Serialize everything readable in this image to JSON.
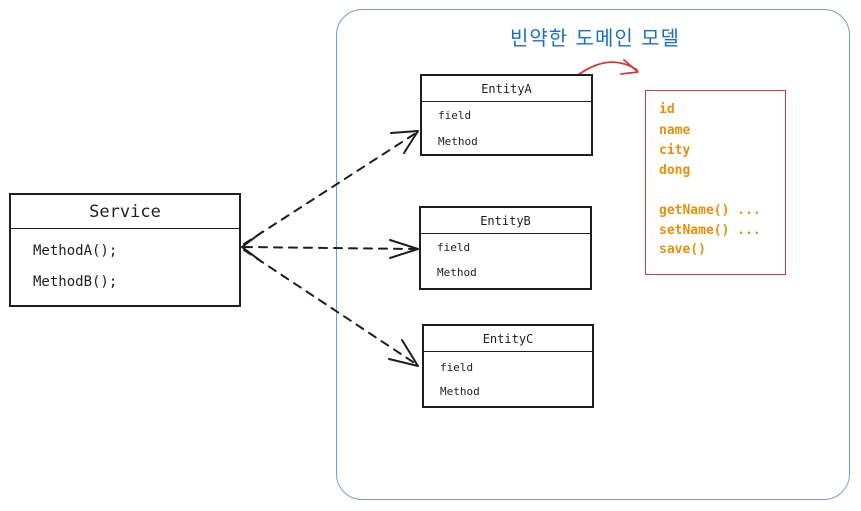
{
  "region": {
    "title": "빈약한 도메인 모델"
  },
  "service": {
    "title": "Service",
    "methods": [
      "MethodA();",
      "MethodB();"
    ]
  },
  "entities": [
    {
      "title": "EntityA",
      "field": "field",
      "method": "Method"
    },
    {
      "title": "EntityB",
      "field": "field",
      "method": "Method"
    },
    {
      "title": "EntityC",
      "field": "field",
      "method": "Method"
    }
  ],
  "detail": {
    "members": [
      "id",
      "name",
      "city",
      "dong"
    ],
    "methods": [
      "getName() ...",
      "setName() ...",
      "save()"
    ]
  },
  "colors": {
    "region_border": "#6ea0d8",
    "region_title": "#1a6fc4",
    "detail_border": "#d03a3a",
    "detail_text": "#e8900a",
    "pointer_arrow": "#d03a3a"
  }
}
